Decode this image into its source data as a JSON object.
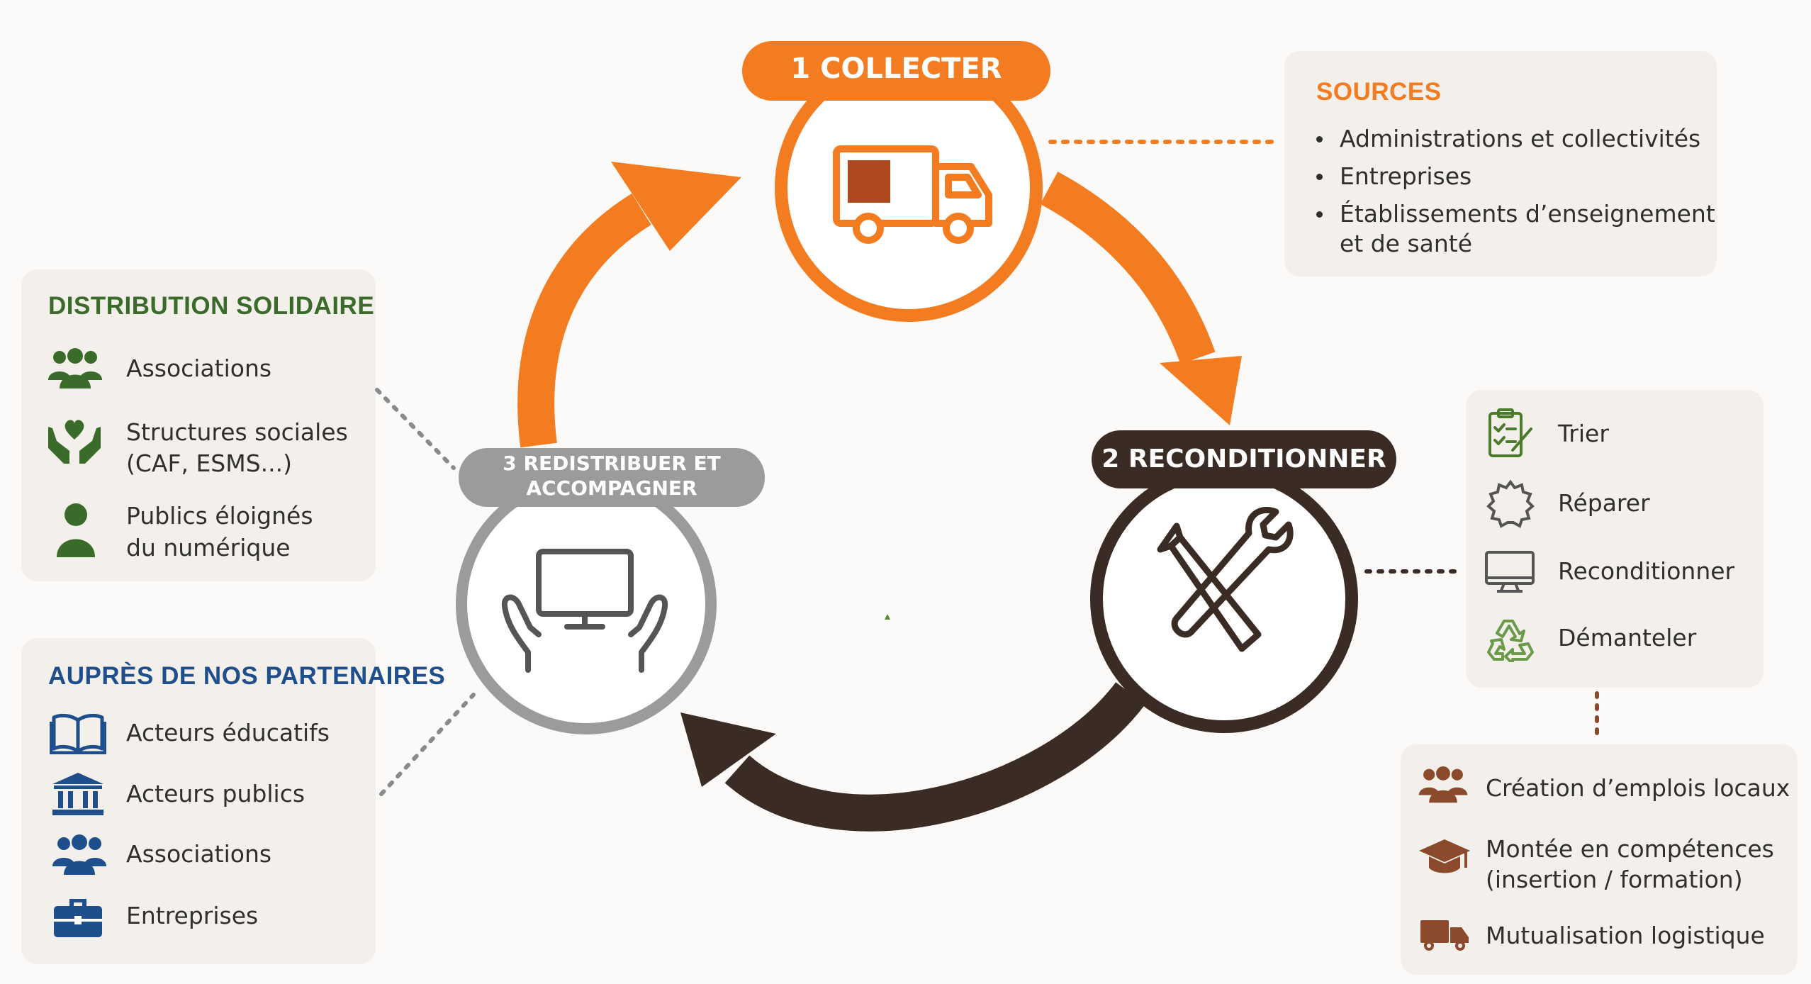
{
  "colors": {
    "orange": "#f47c20",
    "dark_brown": "#3a2b25",
    "grey": "#9b9b9b",
    "green": "#3b6b2a",
    "blue": "#1f4e8c",
    "brown_icon": "#8a4a2b",
    "panel_bg": "#f3f0ec"
  },
  "stages": {
    "collect": {
      "label": "1 COLLECTER",
      "icon": "truck-icon"
    },
    "recondition": {
      "label": "2 RECONDITIONNER",
      "icon": "tools-icon"
    },
    "redistribute": {
      "label_line1": "3 REDISTRIBUER ET",
      "label_line2": "ACCOMPAGNER",
      "icon": "hands-computer-icon"
    }
  },
  "sources": {
    "title": "SOURCES",
    "items": [
      "Administrations et collectivités",
      "Entreprises",
      "Établissements d’enseignement",
      "et de santé"
    ]
  },
  "distribution": {
    "title": "DISTRIBUTION SOLIDAIRE",
    "items": [
      {
        "line1": "Associations",
        "line2": "",
        "icon": "people-group-icon"
      },
      {
        "line1": "Structures sociales",
        "line2": "(CAF, ESMS...)",
        "icon": "heart-hands-icon"
      },
      {
        "line1": "Publics éloignés",
        "line2": "du numérique",
        "icon": "person-icon"
      }
    ]
  },
  "partners": {
    "title": "AUPRÈS DE NOS PARTENAIRES",
    "items": [
      {
        "label": "Acteurs éducatifs",
        "icon": "book-icon"
      },
      {
        "label": "Acteurs publics",
        "icon": "institution-icon"
      },
      {
        "label": "Associations",
        "icon": "people-group-icon"
      },
      {
        "label": "Entreprises",
        "icon": "briefcase-icon"
      }
    ]
  },
  "recondition_steps": {
    "items": [
      {
        "label": "Trier",
        "icon": "checklist-icon"
      },
      {
        "label": "Réparer",
        "icon": "gear-icon"
      },
      {
        "label": "Reconditionner",
        "icon": "monitor-icon"
      },
      {
        "label": "Démanteler",
        "icon": "recycle-icon"
      }
    ]
  },
  "impacts": {
    "items": [
      {
        "line1": "Création d’emplois locaux",
        "line2": "",
        "icon": "people-group-icon"
      },
      {
        "line1": "Montée en compétences",
        "line2": "(insertion / formation)",
        "icon": "graduation-cap-icon"
      },
      {
        "line1": "Mutualisation logistique",
        "line2": "",
        "icon": "delivery-truck-icon"
      }
    ]
  }
}
